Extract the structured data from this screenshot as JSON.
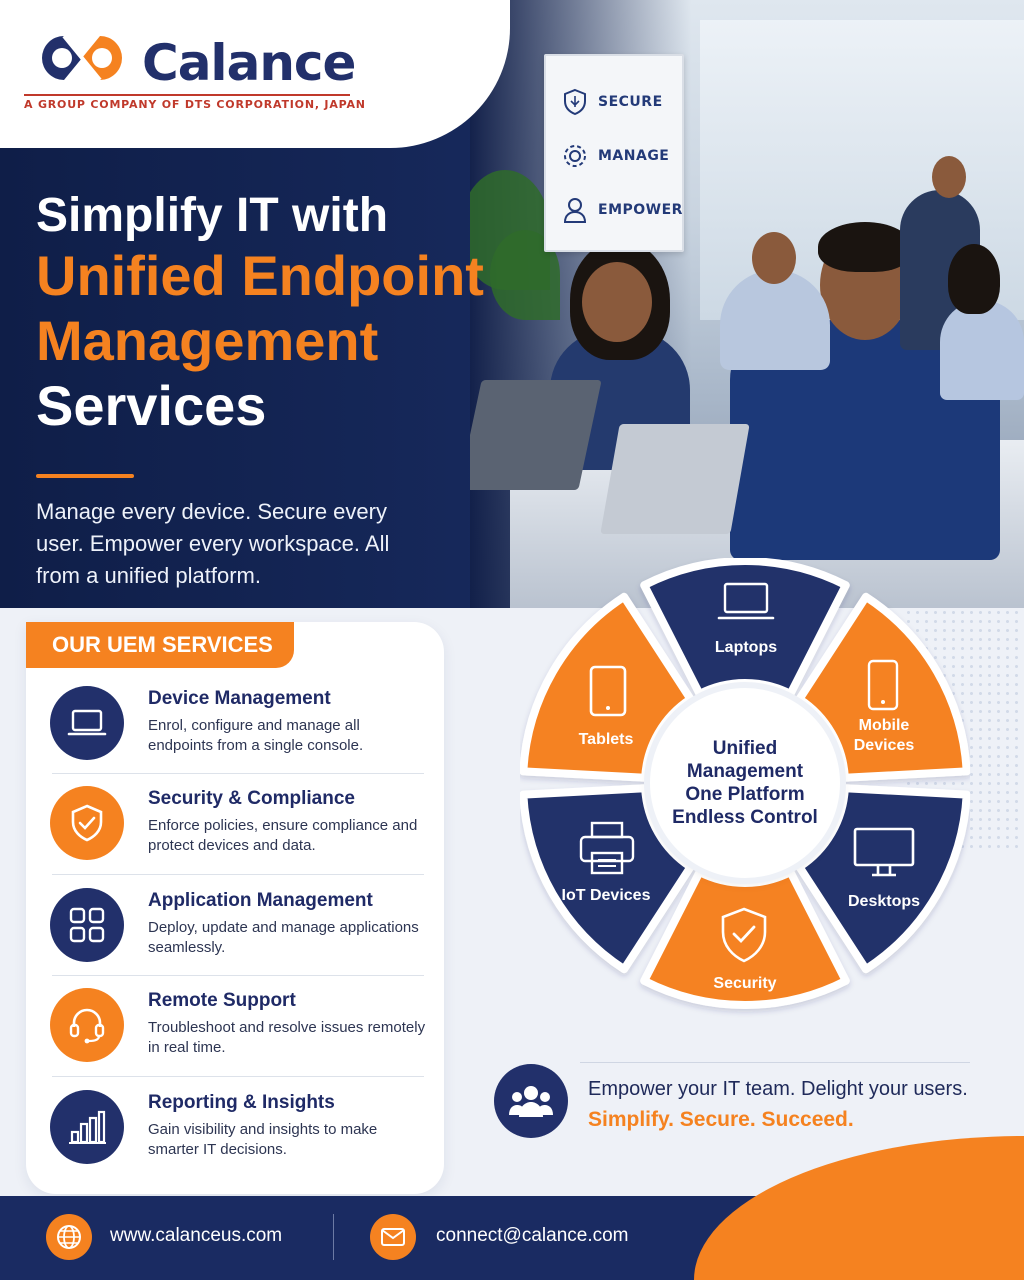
{
  "brand": {
    "name": "Calance",
    "tagline": "A GROUP COMPANY OF DTS CORPORATION, JAPAN",
    "navy": "#22306b",
    "orange": "#f58220"
  },
  "hero": {
    "line1": "Simplify IT with",
    "line2": "Unified Endpoint",
    "line3": "Management",
    "line4": "Services",
    "subtext": "Manage every device. Secure every user. Empower every workspace. All from a unified platform."
  },
  "sign": {
    "items": [
      "SECURE",
      "MANAGE",
      "EMPOWER"
    ]
  },
  "services": {
    "heading": "OUR UEM SERVICES",
    "items": [
      {
        "title": "Device Management",
        "desc": "Enrol, configure and manage all endpoints from a single console.",
        "icon": "laptop-icon"
      },
      {
        "title": "Security & Compliance",
        "desc": "Enforce policies, ensure compliance and protect devices and data.",
        "icon": "shield-check-icon"
      },
      {
        "title": "Application Management",
        "desc": "Deploy, update and manage applications seamlessly.",
        "icon": "app-grid-icon"
      },
      {
        "title": "Remote Support",
        "desc": "Troubleshoot and resolve issues remotely in real time.",
        "icon": "headset-icon"
      },
      {
        "title": "Reporting & Insights",
        "desc": "Gain visibility and insights to make smarter IT decisions.",
        "icon": "bar-chart-icon"
      }
    ]
  },
  "wheel": {
    "center": [
      "Unified",
      "Management",
      "One Platform",
      "Endless Control"
    ],
    "segments": {
      "laptops": "Laptops",
      "mobile": "Mobile Devices",
      "desktops": "Desktops",
      "security": "Security",
      "iot": "IoT Devices",
      "tablets": "Tablets"
    }
  },
  "tagline": {
    "text": "Empower your IT team. Delight your users.",
    "slogan": "Simplify. Secure. Succeed."
  },
  "footer": {
    "website": "www.calanceus.com",
    "email": "connect@calance.com"
  }
}
